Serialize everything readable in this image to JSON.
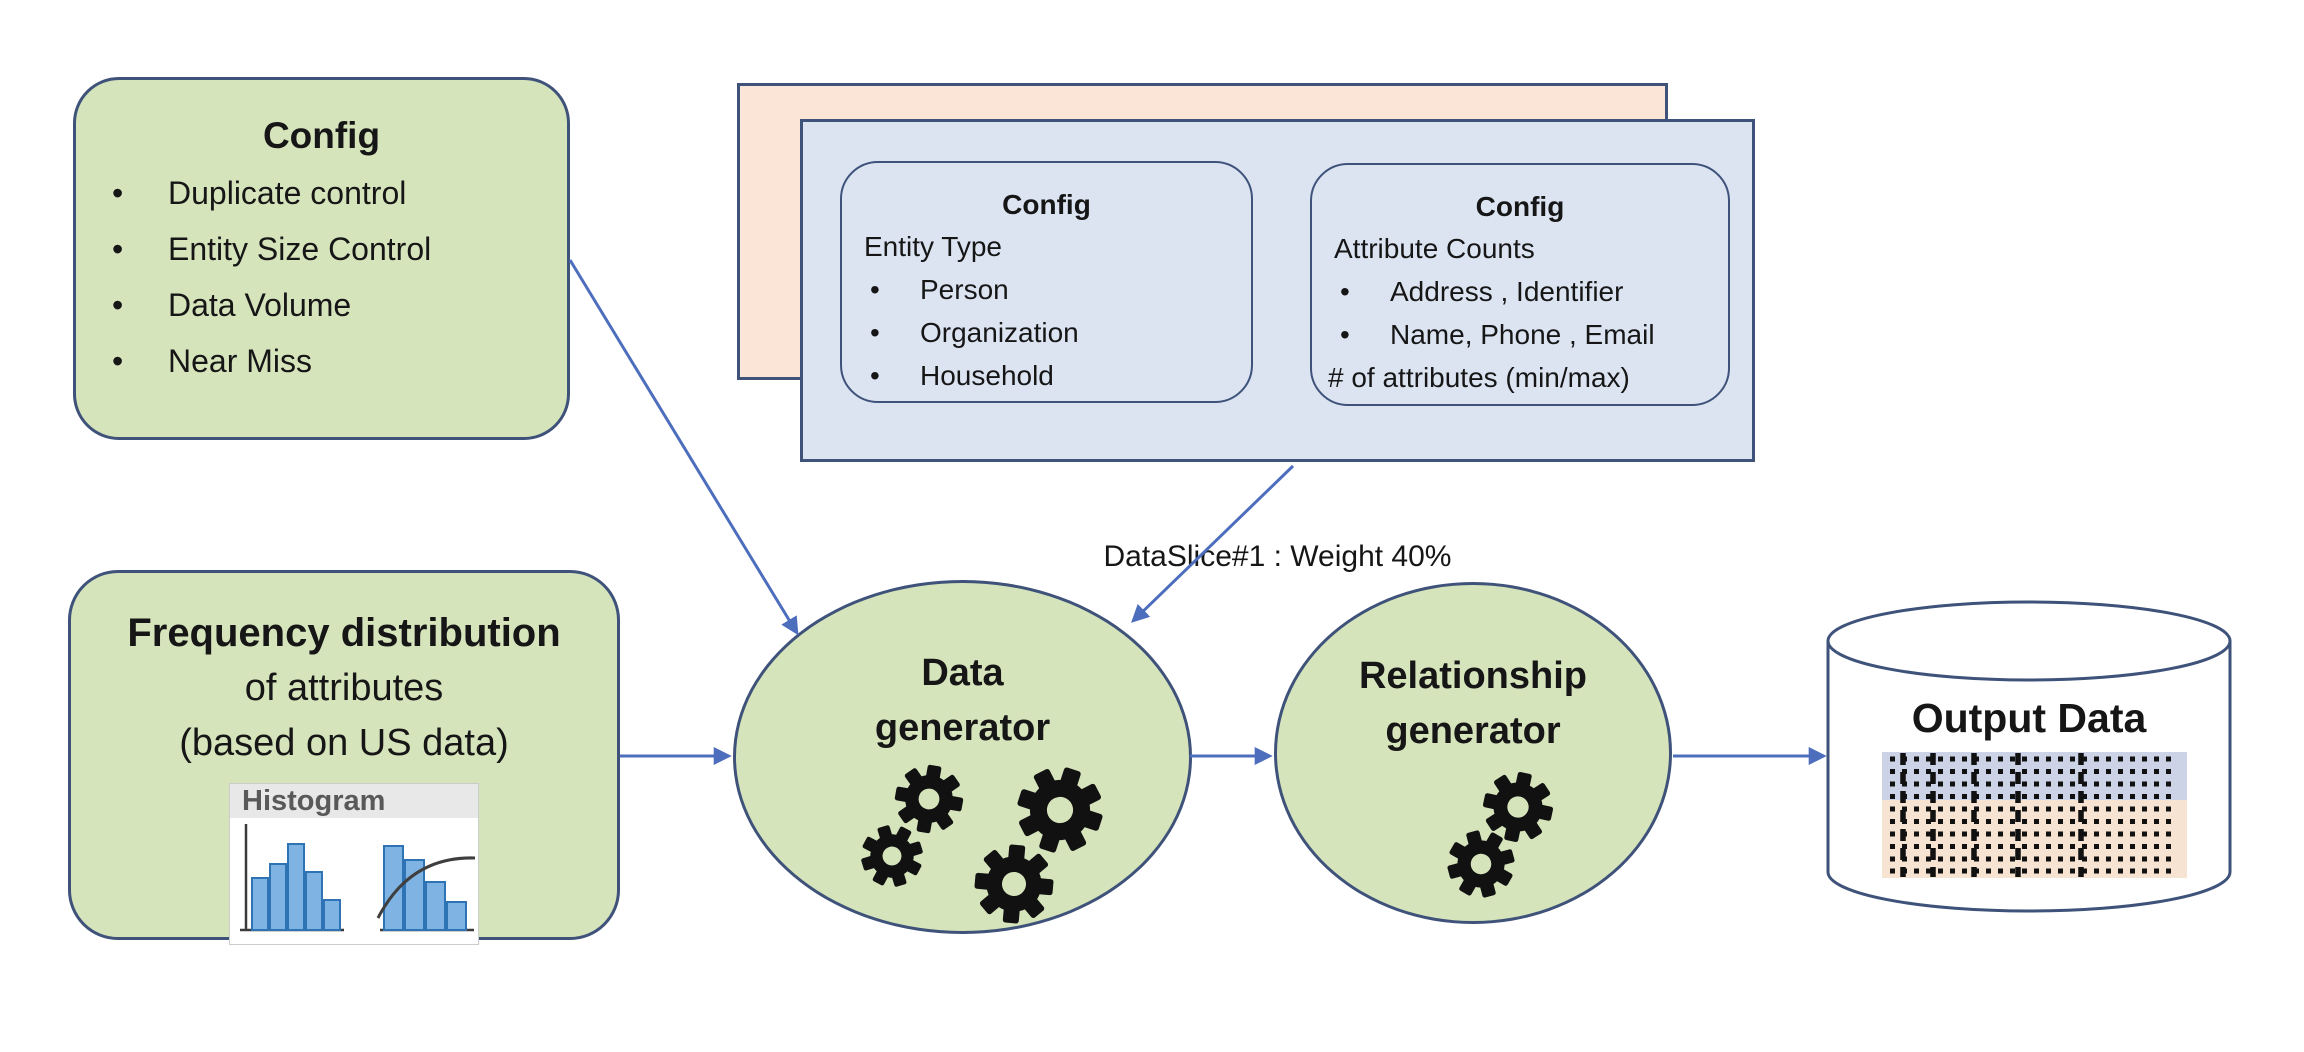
{
  "colors": {
    "green_fill": "#d6e4bc",
    "shape_border": "#3e527a",
    "blue_fill": "#dce4f2",
    "peach_fill": "#fbe5d6",
    "arrow": "#4d6dbd",
    "gear": "#111111",
    "hist_bar_fill": "#7fb3e3",
    "hist_bar_border": "#2e74b5",
    "hist_header_bg": "#e8e8e8",
    "hist_header_text": "#595959",
    "table_blue": "#ccd3e6",
    "table_peach": "#f7e3d2",
    "dots": "#111111"
  },
  "config_box": {
    "title": "Config",
    "items": [
      "Duplicate control",
      "Entity Size Control",
      "Data Volume",
      "Near Miss"
    ]
  },
  "dataslice_card": {
    "label": "DataSlice#1 : Weight 40%",
    "entity_config": {
      "title": "Config",
      "subtitle": "Entity Type",
      "items": [
        "Person",
        "Organization",
        "Household"
      ]
    },
    "attribute_config": {
      "title": "Config",
      "subtitle": "Attribute Counts",
      "items": [
        "Address , Identifier",
        "Name, Phone , Email"
      ],
      "footer": "# of attributes (min/max)"
    }
  },
  "frequency_box": {
    "line1": "Frequency distribution",
    "line2": "of attributes",
    "line3": "(based on US data)",
    "histogram": {
      "title": "Histogram",
      "left_bar_heights": [
        52,
        66,
        86,
        58,
        30
      ],
      "right_bar_heights": [
        84,
        70,
        48,
        28
      ]
    }
  },
  "data_generator": {
    "line1": "Data",
    "line2": "generator"
  },
  "relationship_generator": {
    "line1": "Relationship",
    "line2": "generator"
  },
  "output": {
    "title": "Output Data"
  }
}
